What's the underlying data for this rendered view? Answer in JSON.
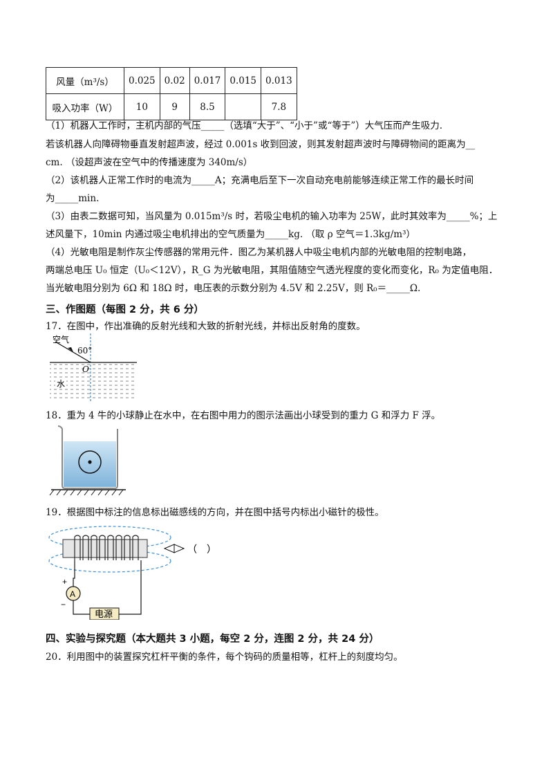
{
  "table": {
    "row1_header": "风量（m³/s）",
    "row1_values": [
      "0.025",
      "0.02",
      "0.017",
      "0.015",
      "0.013"
    ],
    "row2_header": "吸入功率（W）",
    "row2_values": [
      "10",
      "9",
      "8.5",
      "",
      "7.8"
    ]
  },
  "q16": {
    "p1_l1": "（1）机器人工作时，主机内部的气压_____（选填“大于”、“小于”或“等于”）大气压而产生吸力.",
    "p1_l2": "若该机器人向障碍物垂直发射超声波，经过 0.001s 收到回波，则其发射超声波时与障碍物间的距离为__",
    "p1_l3": "cm. （设超声波在空气中的传播速度为 340m/s）",
    "p2_l1": "（2）该机器人正常工作时的电流为_____A；充满电后至下一次自动充电前能够连续正常工作的最长时间",
    "p2_l2": "为_____min.",
    "p3_l1": "（3）由表二数据可知，当风量为 0.015m³/s 时，若吸尘电机的输入功率为 25W，此时其效率为_____%；上",
    "p3_l2": "述风量下，10min 内通过吸尘电机排出的空气质量为_____kg. （取 ρ 空气＝1.3kg/m³）",
    "p4_l1": "（4）光敏电阻是制作灰尘传感器的常用元件．图乙为某机器人中吸尘电机内部的光敏电阻的控制电路，",
    "p4_l2": "两端总电压 U₀ 恒定（U₀＜12V），R_G 为光敏电阻，其阻值随空气透光程度的变化而变化，R₀ 为定值电阻．",
    "p4_l3": "当光敏电阻分别为 6Ω 和 18Ω 时，电压表的示数分别为 4.5V 和 2.25V，则 R₀＝_____Ω."
  },
  "section3": "三、作图题（每图 2 分，共 6 分）",
  "q17": {
    "text": "17．在图中，作出准确的反射光线和大致的折射光线，并标出反射角的度数。",
    "label_air": "空气",
    "label_angle": "60°",
    "label_o": "O",
    "label_water": "水"
  },
  "q18": {
    "text": "18．重为 4 牛的小球静止在水中，在右图中用力的图示法画出小球受到的重力 G 和浮力 F 浮。"
  },
  "q19": {
    "text": "19．根据图中标注的信息标出磁感线的方向，并在图中括号内标出小磁针的极性。",
    "bracket": "（　）",
    "plus": "+",
    "minus": "−",
    "ammeter": "A",
    "source": "电源"
  },
  "section4": "四、实验与探究题（本大题共 3 小题，每空 2 分，连图 2 分，共 24 分）",
  "q20": {
    "text": "20．利用图中的装置探究杠杆平衡的条件，每个钩码的质量相等，杠杆上的刻度均匀。"
  }
}
